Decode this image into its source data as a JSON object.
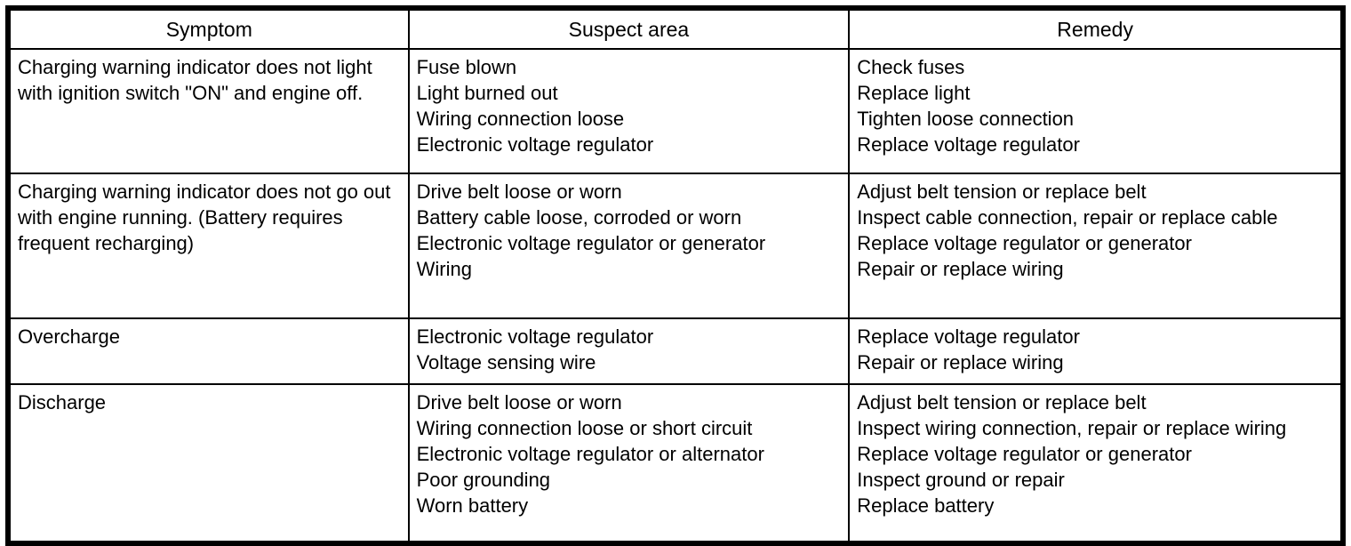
{
  "table": {
    "columns": [
      "Symptom",
      "Suspect area",
      "Remedy"
    ],
    "rows": [
      {
        "symptom": "Charging warning indicator does not light with ignition switch \"ON\" and engine off.",
        "suspect_areas": [
          "Fuse blown",
          "Light burned out",
          "Wiring connection loose",
          "Electronic voltage regulator"
        ],
        "remedies": [
          "Check fuses",
          "Replace light",
          "Tighten loose connection",
          "Replace voltage regulator"
        ]
      },
      {
        "symptom": "Charging warning indicator does not go out with engine running. (Battery requires frequent recharging)",
        "suspect_areas": [
          "Drive belt loose or worn",
          "Battery cable loose, corroded or worn",
          "Electronic voltage regulator or generator",
          "Wiring"
        ],
        "remedies": [
          "Adjust belt tension or replace belt",
          "Inspect cable connection, repair or replace cable",
          "Replace voltage regulator or generator",
          "Repair or replace wiring"
        ]
      },
      {
        "symptom": "Overcharge",
        "suspect_areas": [
          "Electronic voltage regulator",
          "Voltage sensing wire"
        ],
        "remedies": [
          "Replace voltage regulator",
          "Repair or replace wiring"
        ]
      },
      {
        "symptom": "Discharge",
        "suspect_areas": [
          "Drive belt loose or worn",
          "Wiring connection loose or short circuit",
          "Electronic voltage regulator or alternator",
          "Poor grounding",
          "Worn battery"
        ],
        "remedies": [
          "Adjust belt tension or replace belt",
          "Inspect wiring connection, repair or replace wiring",
          "Replace voltage regulator or generator",
          "Inspect ground or repair",
          "Replace battery"
        ]
      }
    ],
    "colors": {
      "border": "#000000",
      "text": "#000000",
      "background": "#ffffff"
    }
  }
}
